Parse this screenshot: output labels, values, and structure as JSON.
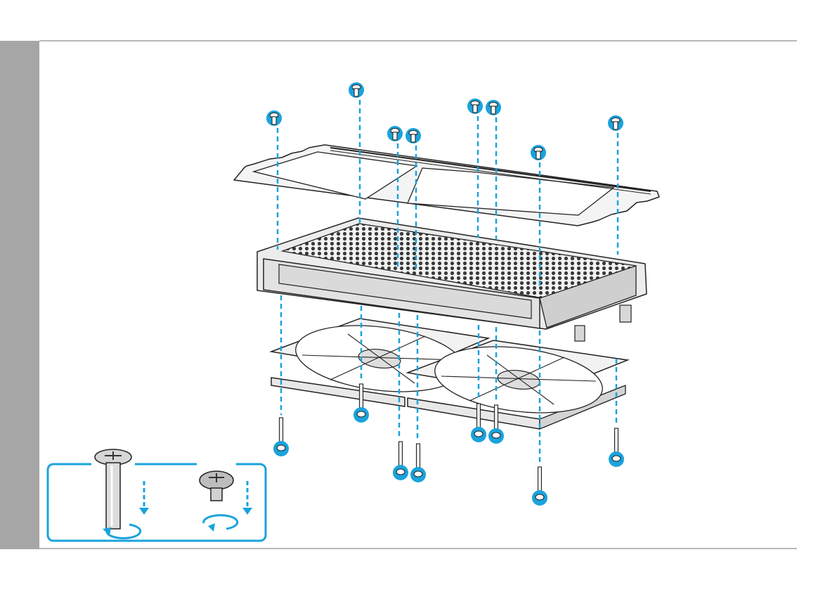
{
  "colors": {
    "accent": "#1aa3dc",
    "side_bar": "#a6a6a6",
    "rule": "#b9b9b9",
    "outline": "#222222",
    "metal": "#e6e6e6",
    "metal_dark": "#9a9a9a"
  },
  "icons": [
    "screw-marker-icon",
    "long-screw-icon",
    "short-screw-icon",
    "rotate-arrow-icon",
    "down-arrow-icon"
  ],
  "diagram": {
    "parts": [
      "top-mounting-bracket",
      "radiator",
      "fan-left",
      "fan-right",
      "long-fan-screws",
      "short-bracket-screws"
    ],
    "top_screw_count": 8,
    "bottom_screw_count": 8,
    "legend": {
      "items": [
        "long-screw",
        "short-screw"
      ]
    }
  }
}
